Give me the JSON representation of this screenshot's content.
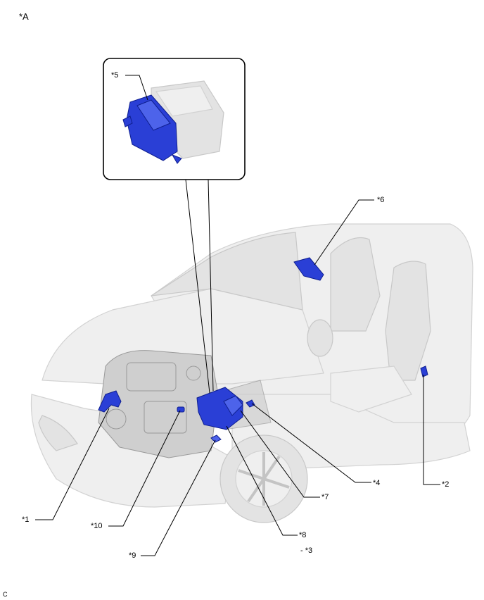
{
  "figure_label": "*A",
  "corner_code": "C",
  "callouts": {
    "c1": "*1",
    "c2": "*2",
    "c3": "- *3",
    "c4": "*4",
    "c5": "*5",
    "c6": "*6",
    "c7": "*7",
    "c8": "*8",
    "c9": "*9",
    "c10": "*10"
  },
  "colors": {
    "highlight_part": "#2a3fd6",
    "vehicle_body": "#efefef",
    "leader_line": "#000000"
  }
}
